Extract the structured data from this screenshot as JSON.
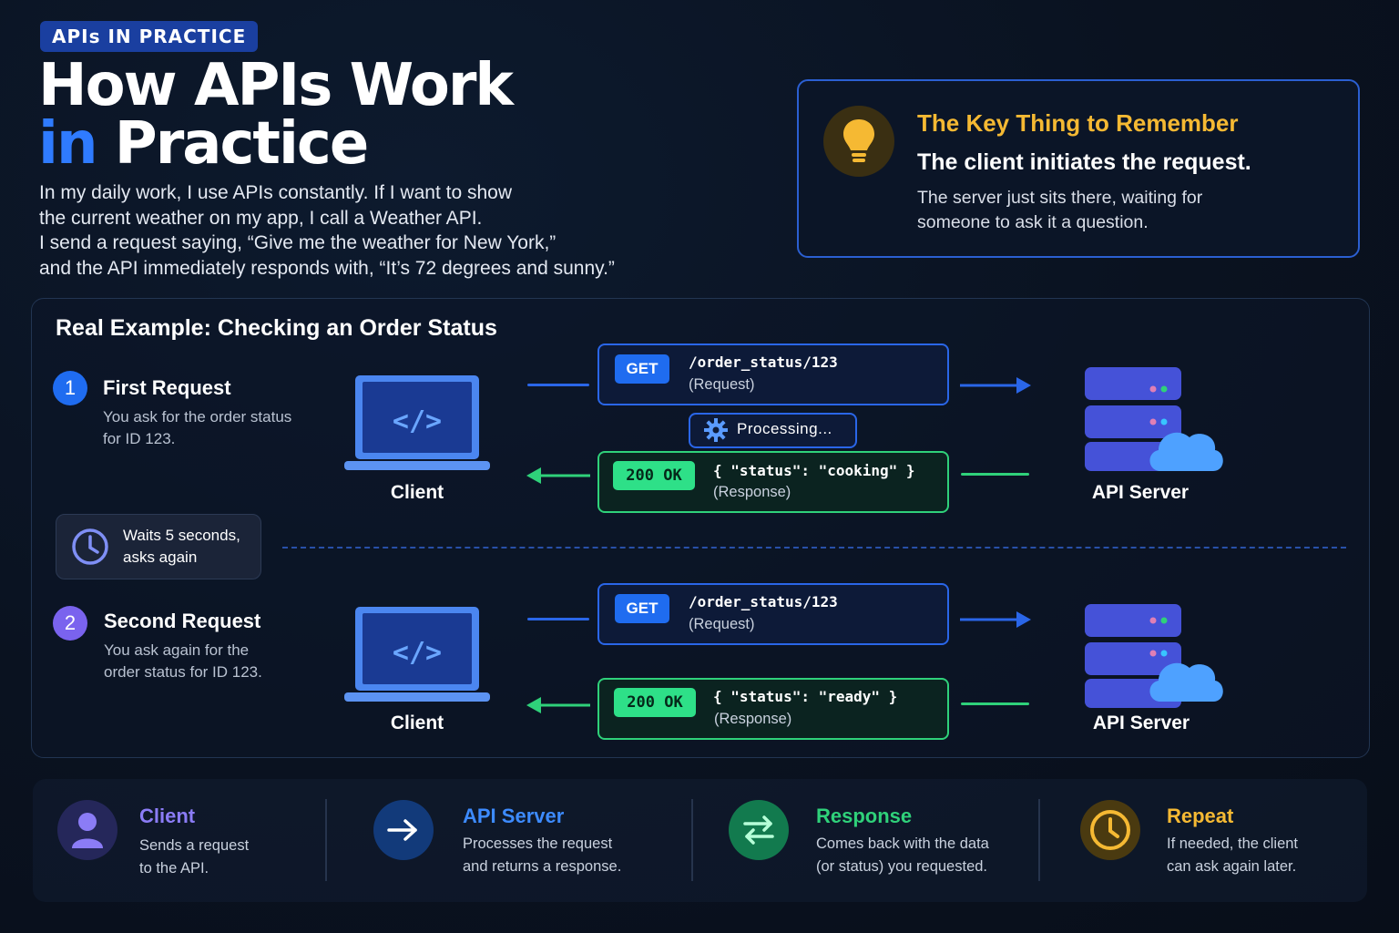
{
  "header": {
    "tag": "APIs IN PRACTICE",
    "title_line1": "How APIs Work",
    "title_line2_blue": "in",
    "title_line2_white": "Practice",
    "intro_lines": [
      "In my daily work, I use APIs constantly. If I want to show",
      "the current weather on my app, I call a Weather API.",
      "I send a request saying, “Give me the weather for New York,”",
      "and the API immediately responds with, “It’s 72 degrees and sunny.”"
    ]
  },
  "key_box": {
    "title": "The Key Thing to Remember",
    "subtitle": "The client initiates the request.",
    "text_lines": [
      "The server just sits there, waiting for",
      "someone to ask it a question."
    ],
    "icon": "lightbulb-icon"
  },
  "example": {
    "title": "Real Example: Checking an Order Status",
    "step1": {
      "num": "1",
      "title": "First Request",
      "text_lines": [
        "You ask for the order status",
        "for ID 123."
      ],
      "client_label": "Client",
      "server_label": "API Server",
      "request_method": "GET",
      "request_path": "/order_status/123",
      "request_note": "(Request)",
      "processing": "Processing...",
      "response_code": "200 OK",
      "response_body": "{ \"status\": \"cooking\" }",
      "response_note": "(Response)"
    },
    "wait": {
      "lines": [
        "Waits 5 seconds,",
        "asks again"
      ],
      "icon": "clock-icon"
    },
    "step2": {
      "num": "2",
      "title": "Second Request",
      "text_lines": [
        "You ask again for the",
        "order status for ID 123."
      ],
      "client_label": "Client",
      "server_label": "API Server",
      "request_method": "GET",
      "request_path": "/order_status/123",
      "request_note": "(Request)",
      "response_code": "200 OK",
      "response_body": "{ \"status\": \"ready\" }",
      "response_note": "(Response)"
    }
  },
  "footer": [
    {
      "title": "Client",
      "lines": [
        "Sends a request",
        "to the API."
      ],
      "color": "#8b7cf6",
      "icon": "user-icon"
    },
    {
      "title": "API Server",
      "lines": [
        "Processes the request",
        "and returns a response."
      ],
      "color": "#3d8bff",
      "icon": "arrow-right-icon"
    },
    {
      "title": "Response",
      "lines": [
        "Comes back with the data",
        "(or status) you requested."
      ],
      "color": "#2fd17a",
      "icon": "exchange-icon"
    },
    {
      "title": "Repeat",
      "lines": [
        "If needed, the client",
        "can ask again later."
      ],
      "color": "#f5b933",
      "icon": "clock-icon"
    }
  ],
  "colors": {
    "accent_blue": "#2f7bff",
    "accent_green": "#2fd17a",
    "accent_yellow": "#f5b933",
    "accent_purple": "#8b7cf6"
  }
}
